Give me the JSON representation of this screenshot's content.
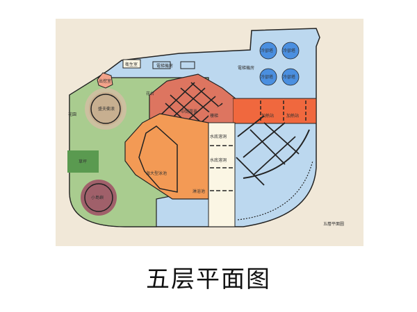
{
  "caption": "五层平面图",
  "plan": {
    "title": "五層平面圖",
    "labels": {
      "restroom": "衛生室",
      "elevator_room": "電梯機房",
      "exit": "出挖室",
      "flower_bed": "花台",
      "garden": "花園",
      "wave_pool": "盛夫衝浪",
      "middle_terrace": "中間露臺",
      "big_pool": "海大型泳池",
      "shower": "淋浴池",
      "underwater_cave_1": "水底溶洞",
      "underwater_cave_2": "水底溶洞",
      "cooling_tower_1": "冷卻塔",
      "cooling_tower_2": "冷卻塔",
      "cooling_tower_3": "冷卻塔",
      "cooling_tower_4": "冷卻塔",
      "heating_1": "加熱站",
      "heating_2": "加熱站",
      "stairs": "樓梯",
      "lawn": "草坪",
      "small_island": "小島嶼"
    }
  },
  "colors": {
    "background": "#f1e8d8",
    "blue": "#bcd8ef",
    "green": "#a9cc8f",
    "red": "#dd7560",
    "orange": "#f39a55",
    "cream": "#fbf6e4",
    "brown": "#a0606a",
    "tower": "#4a8fe0"
  }
}
